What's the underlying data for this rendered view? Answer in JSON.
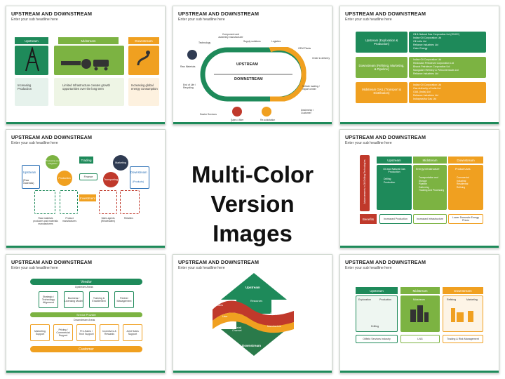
{
  "slide_title": "UPSTREAM AND DOWNSTREAM",
  "slide_subtitle": "Enter your sub headline here",
  "center_title": "Multi-Color Version Images",
  "colors": {
    "teal": "#1e8a5a",
    "green": "#7cb342",
    "orange": "#f0a020",
    "navy": "#2f3b52",
    "blue": "#2a6fb5",
    "red": "#c0392b",
    "accent_bar": "#1e8a5a"
  },
  "s1": {
    "cols": [
      "Upstream",
      "Midstream",
      "Downstream"
    ],
    "bullets": [
      "Increasing Production",
      "Limited Infrastructure creates growth opportunities over the long term",
      "Increasing global energy consumption"
    ]
  },
  "s2": {
    "upstream": "UPSTREAM",
    "downstream": "DOWNSTREAM",
    "labels": [
      "Technology",
      "Component and assembly manufacturer",
      "Supply solutions",
      "Logistics",
      "OEM Plants",
      "Order to delivery",
      "Vehicle loading / import center",
      "Dealership / Customer",
      "Re-solicitation",
      "Sales / After Sales",
      "Dealer Services",
      "End of Life / Recycling",
      "Raw Materials"
    ]
  },
  "s3": {
    "rows": [
      {
        "label": "Upstream (Exploration & Production)",
        "items": [
          "Oil & Natural Gas Corporation Ltd (ONGC)",
          "Indian Oil Corporation Ltd",
          "Oil India Ltd",
          "Reliance Industries Ltd",
          "Cairn Energy"
        ]
      },
      {
        "label": "Downstream (Refining, Marketing, & Pipeline)",
        "items": [
          "Indian Oil Corporation Ltd",
          "Hindustan Petroleum Corporation Ltd",
          "Bharat Petroleum Corporation Ltd",
          "Mangalore Refinery & Petrochemicals Ltd",
          "Reliance Industries Ltd"
        ]
      },
      {
        "label": "Midstream GAIL (Transport & Distribution)",
        "items": [
          "Indian Oil Corporation Ltd",
          "Gas Authority of India Ltd",
          "GAIL (India) Ltd",
          "Reliance Industries Ltd",
          "Indraprastha Gas Ltd"
        ]
      }
    ]
  },
  "s4": {
    "nodes": [
      "Upstream",
      "(Raw materials)",
      "Production",
      "Trading",
      "Finance",
      "Investment",
      "Marketing",
      "Transporting",
      "Downstream",
      "(Products)",
      "Processing and Integration"
    ],
    "captions": [
      "Raw materials producers and materials manufacturers",
      "Product manufactures",
      "Sales agents (Wholesalers)",
      "Retailers"
    ]
  },
  "s5": {
    "side_label": "Advancements in Oil Drilling Technologies",
    "cols": [
      "Upstream",
      "Midstream",
      "Downstream"
    ],
    "col_top": [
      "Oil and Natural Gas Production",
      "Energy Infrastructure",
      "Product Uses"
    ],
    "col_items": [
      [
        "Drilling",
        "Production"
      ],
      [
        "Transportation and Storage",
        "Pipeline",
        "Gathering",
        "Tracking and Processing"
      ],
      [
        "Commercial",
        "Industrial",
        "Residential",
        "Refining"
      ]
    ],
    "benefits": "Benefits",
    "benefit_items": [
      "Increased Production",
      "Increased Infrastructure",
      "Lower Domestic Energy Prices"
    ]
  },
  "s6": {
    "vendor": "Vendor",
    "upstream_areas": "Upstream Areas",
    "up_items": [
      "Strategic / Technology Alignment",
      "Business / Licensing Model",
      "Training & Enablement",
      "Partner Management"
    ],
    "service_provider": "Service Provider",
    "downstream_areas": "Downstream Areas",
    "down_items": [
      "Marketing Support",
      "Pricing / Commercial Support",
      "Pre-Sales / Tech Support",
      "Incentives & Rewards",
      "Joint Sales Support"
    ],
    "customer": "Customer"
  },
  "s7": {
    "upstream": "Upstream",
    "downstream": "Downstream",
    "left": [
      "Sales",
      "User",
      "Retail"
    ],
    "right": [
      "Resources",
      "Supply",
      "Manufacture"
    ],
    "mid": [
      "Channel"
    ]
  },
  "s8": {
    "cols": [
      "Upstream",
      "Midstream",
      "Downstream"
    ],
    "sub": [
      "Exploration",
      "Production",
      "Midstream",
      "Refining",
      "Marketing"
    ],
    "mid_labels": [
      "Drilling"
    ],
    "footer": [
      "Oilfield Services Industry",
      "LNG",
      "Trading & Risk Management"
    ]
  }
}
